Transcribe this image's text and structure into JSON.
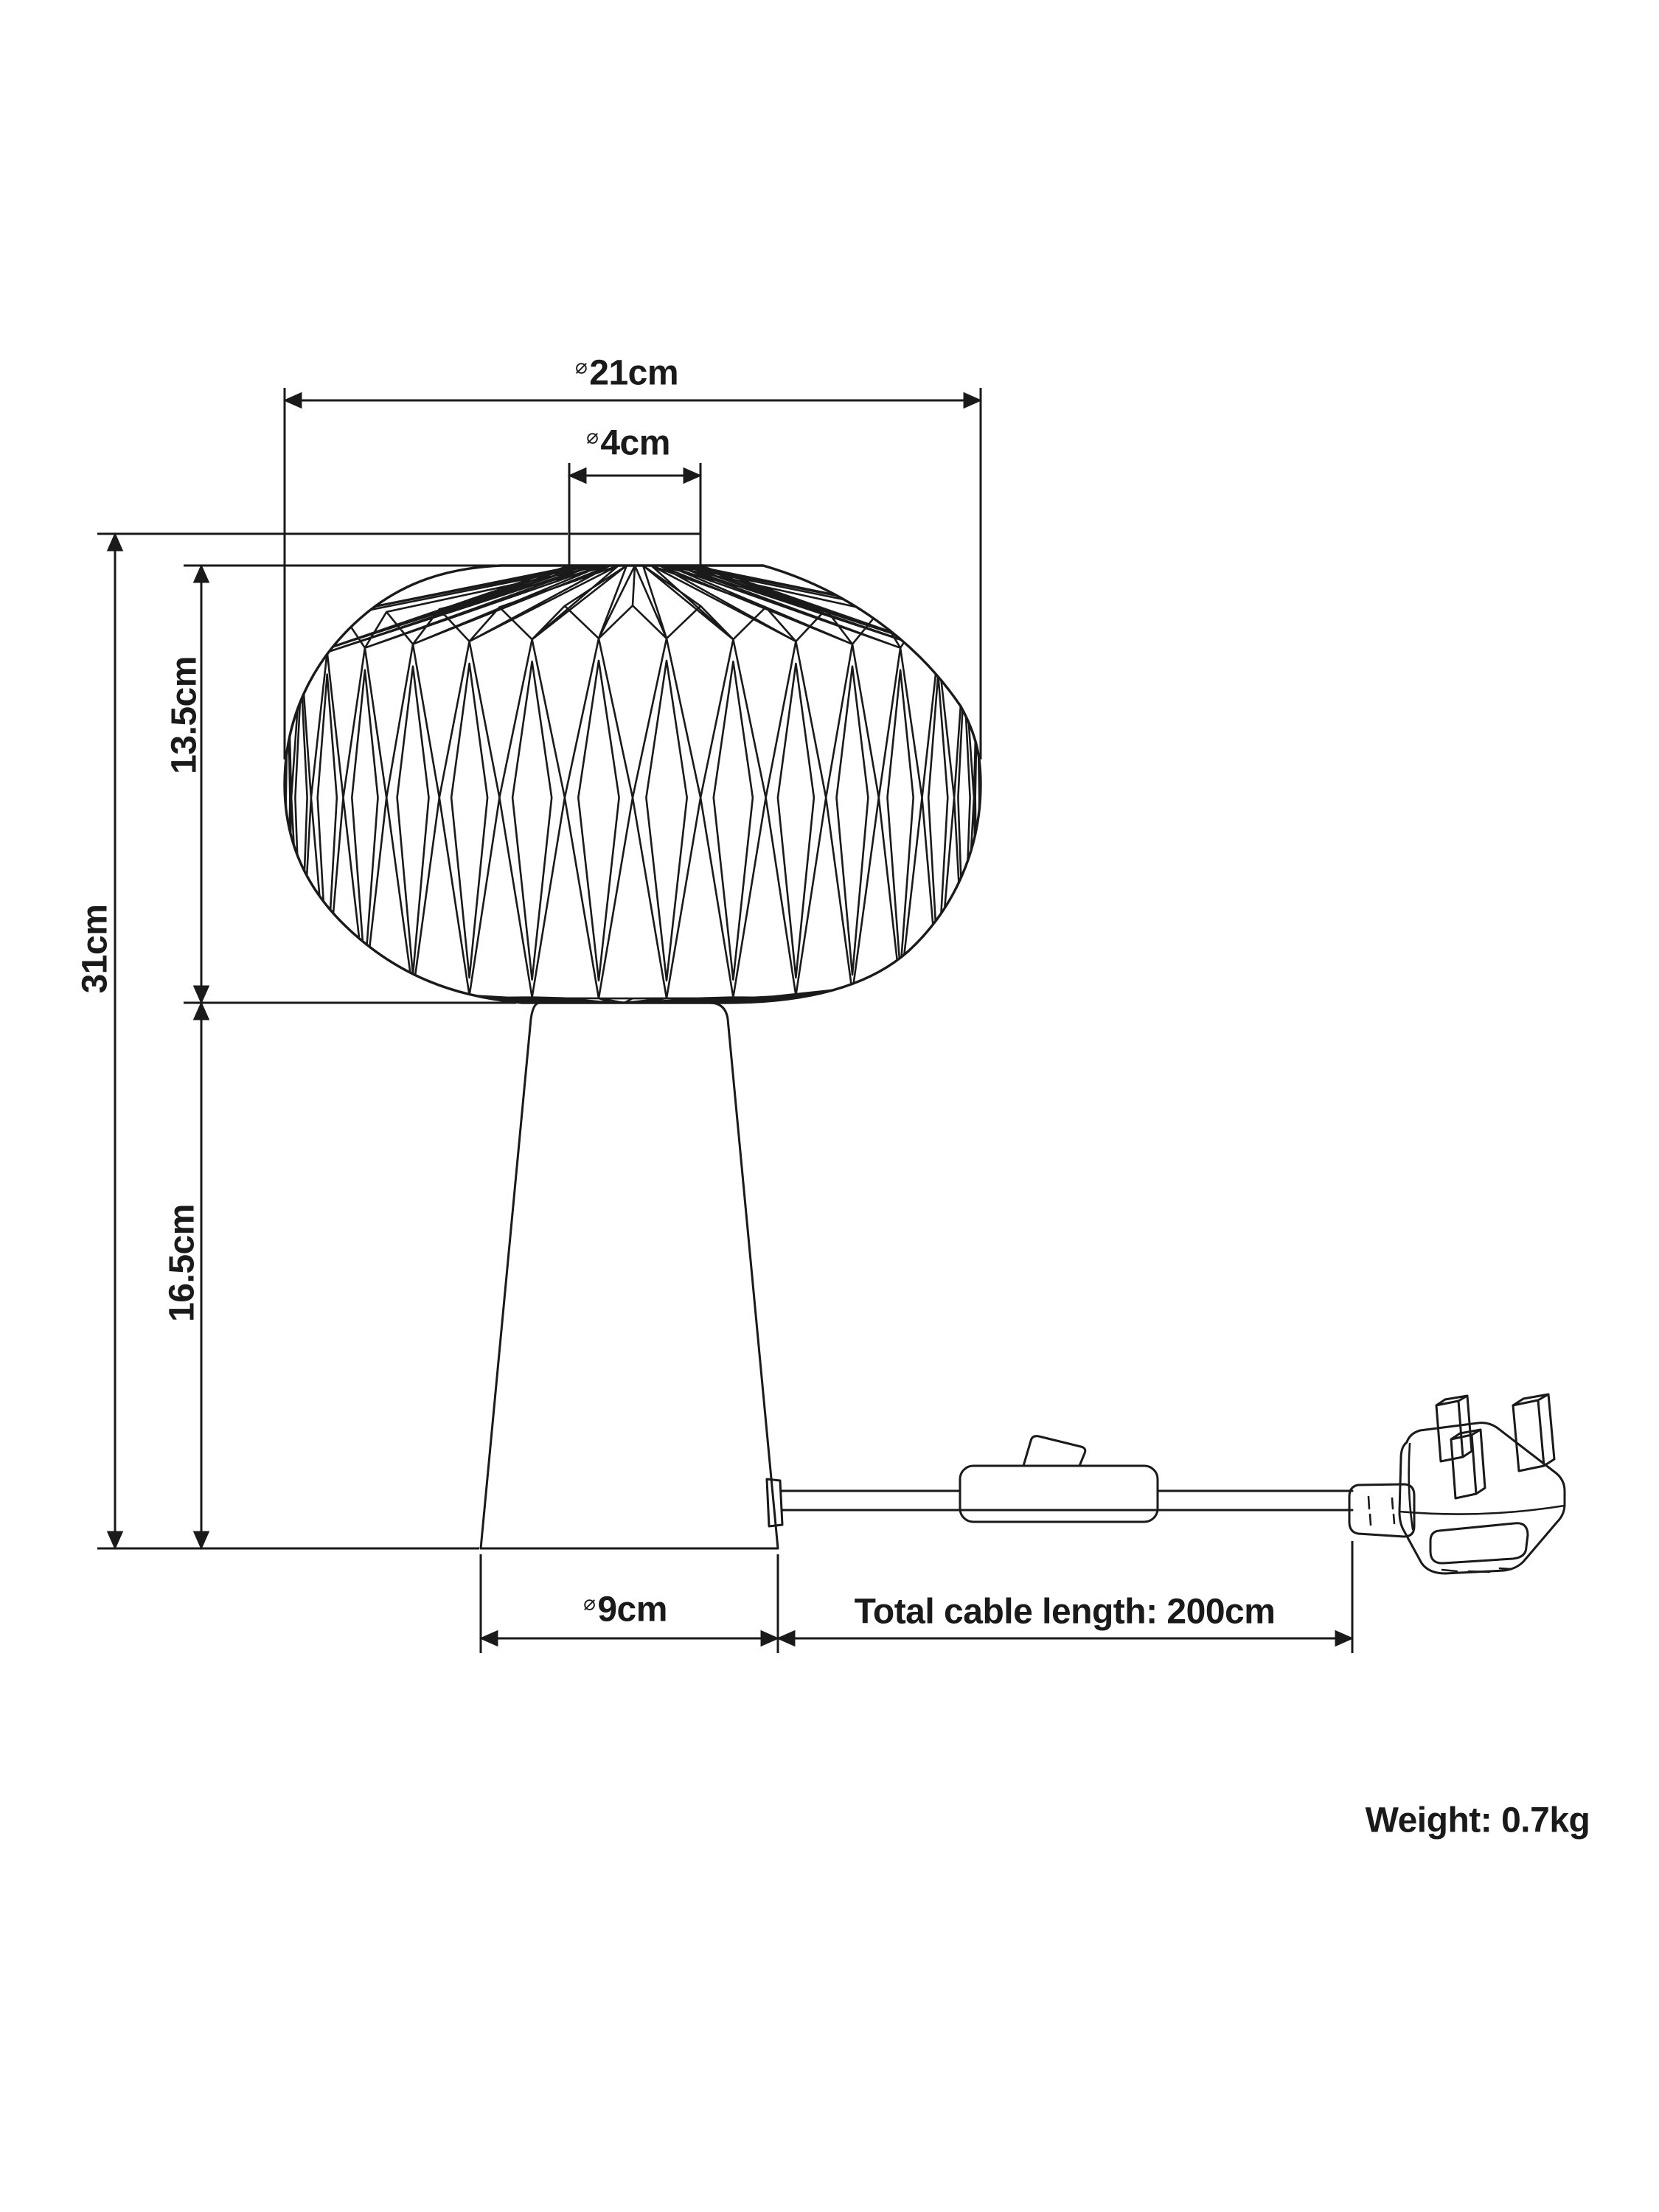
{
  "meta": {
    "description": "Technical dimension drawing of an origami pleated table lamp with inline switch and UK 3-pin plug"
  },
  "colors": {
    "line": "#1a1a1a",
    "background": "#ffffff"
  },
  "labels": {
    "shade_diameter": {
      "symbol": "⌀",
      "value": "21cm"
    },
    "cap_diameter": {
      "symbol": "⌀",
      "value": "4cm"
    },
    "total_height": {
      "value": "31cm"
    },
    "shade_height": {
      "value": "13.5cm"
    },
    "base_height": {
      "value": "16.5cm"
    },
    "base_diameter": {
      "symbol": "⌀",
      "value": "9cm"
    },
    "cable_length": {
      "value": "Total cable length: 200cm"
    },
    "weight": {
      "value": "Weight: 0.7kg"
    }
  },
  "parts": {
    "shade": "origami pleated lampshade",
    "cap": "top finial cap",
    "base": "conical lamp base",
    "cable": "power cable",
    "switch": "inline rocker switch",
    "plug": "UK 3-pin plug"
  }
}
